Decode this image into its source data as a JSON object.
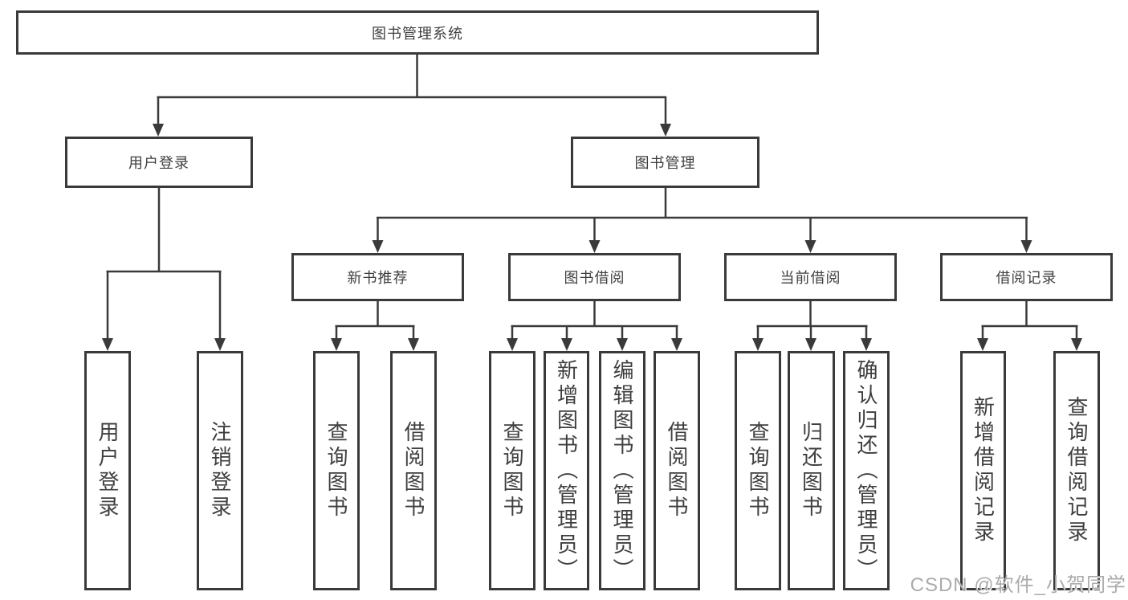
{
  "nodes": {
    "root": "图书管理系统",
    "user_login": "用户登录",
    "book_mgmt": "图书管理",
    "new_book_rec": "新书推荐",
    "book_borrow": "图书借阅",
    "current_borrow": "当前借阅",
    "borrow_records": "借阅记录",
    "leaf_user_login": "用户登录",
    "leaf_logout": "注销登录",
    "leaf_query_book_a": "查询图书",
    "leaf_borrow_book_a": "借阅图书",
    "leaf_query_book_b": "查询图书",
    "leaf_add_book_admin": "新增图书（管理员）",
    "leaf_edit_book_admin": "编辑图书（管理员）",
    "leaf_borrow_book_b": "借阅图书",
    "leaf_query_book_c": "查询图书",
    "leaf_return_book": "归还图书",
    "leaf_confirm_return_admin": "确认归还（管理员）",
    "leaf_add_borrow_record": "新增借阅记录",
    "leaf_query_borrow_record": "查询借阅记录"
  },
  "watermark": "CSDN @软件_小贺同学",
  "colors": {
    "line": "#3a3a3a",
    "text": "#3f3f3f",
    "watermark": "#ababab"
  }
}
